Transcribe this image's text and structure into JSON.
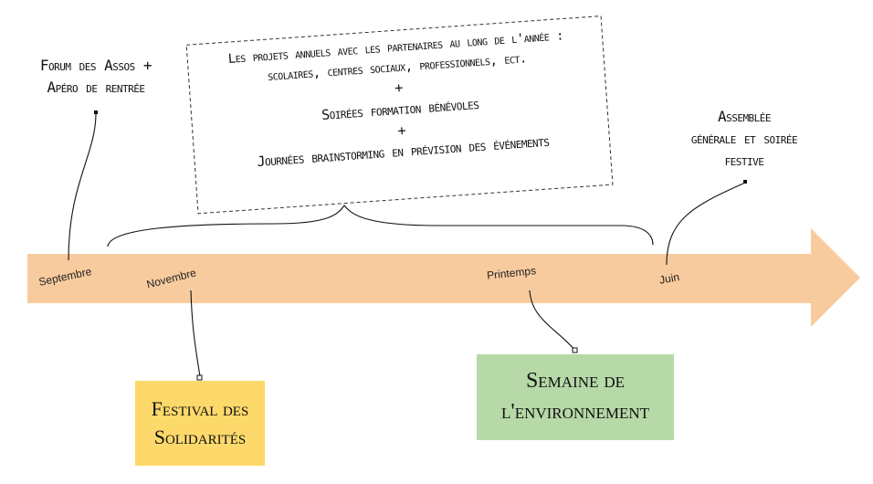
{
  "colors": {
    "arrow": "#f8cb9e",
    "festival": "#fdd96b",
    "environment": "#b6d9a7"
  },
  "top_left_event": {
    "line1": "Forum des Assos +",
    "line2": "Apéro de rentrée"
  },
  "yearly_box": {
    "line1": "Les projets annuels avec les partenaires au long de l'année :",
    "line2": "scolaires, centres sociaux, professionnels, ect.",
    "plus1": "+",
    "line3": "Soirées formation bénévoles",
    "plus2": "+",
    "line4": "Journées brainstorming en prévision des événements"
  },
  "top_right_event": {
    "line1": "Assemblée",
    "line2": "générale et soirée",
    "line3": "festive"
  },
  "months": {
    "sept": "Septembre",
    "nov": "Novembre",
    "spring": "Printemps",
    "june": "Juin"
  },
  "festival": {
    "line1": "Festival des",
    "line2": "Solidarités"
  },
  "environment": {
    "line1": "Semaine de",
    "line2": "l'environnement"
  }
}
